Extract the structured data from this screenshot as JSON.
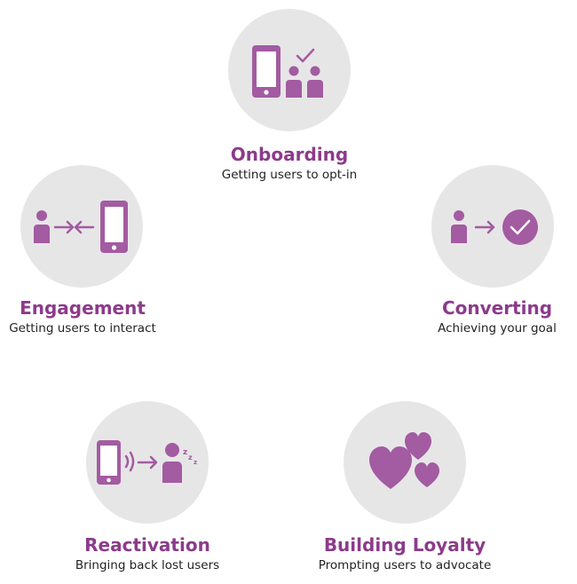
{
  "stages": [
    {
      "id": "onboarding",
      "title": "Onboarding",
      "subtitle": "Getting users to opt-in",
      "icon": "phone-users-check-icon"
    },
    {
      "id": "converting",
      "title": "Converting",
      "subtitle": "Achieving your goal",
      "icon": "user-arrow-check-icon"
    },
    {
      "id": "loyalty",
      "title": "Building Loyalty",
      "subtitle": "Prompting users to advocate",
      "icon": "hearts-icon"
    },
    {
      "id": "reactivation",
      "title": "Reactivation",
      "subtitle": "Bringing back lost users",
      "icon": "phone-signal-sleeping-user-icon"
    },
    {
      "id": "engagement",
      "title": "Engagement",
      "subtitle": "Getting users to interact",
      "icon": "user-arrows-phone-icon"
    }
  ],
  "colors": {
    "accent": "#a35ba1",
    "title": "#8c3b8b",
    "circle": "#e7e6e7",
    "text": "#222222"
  }
}
